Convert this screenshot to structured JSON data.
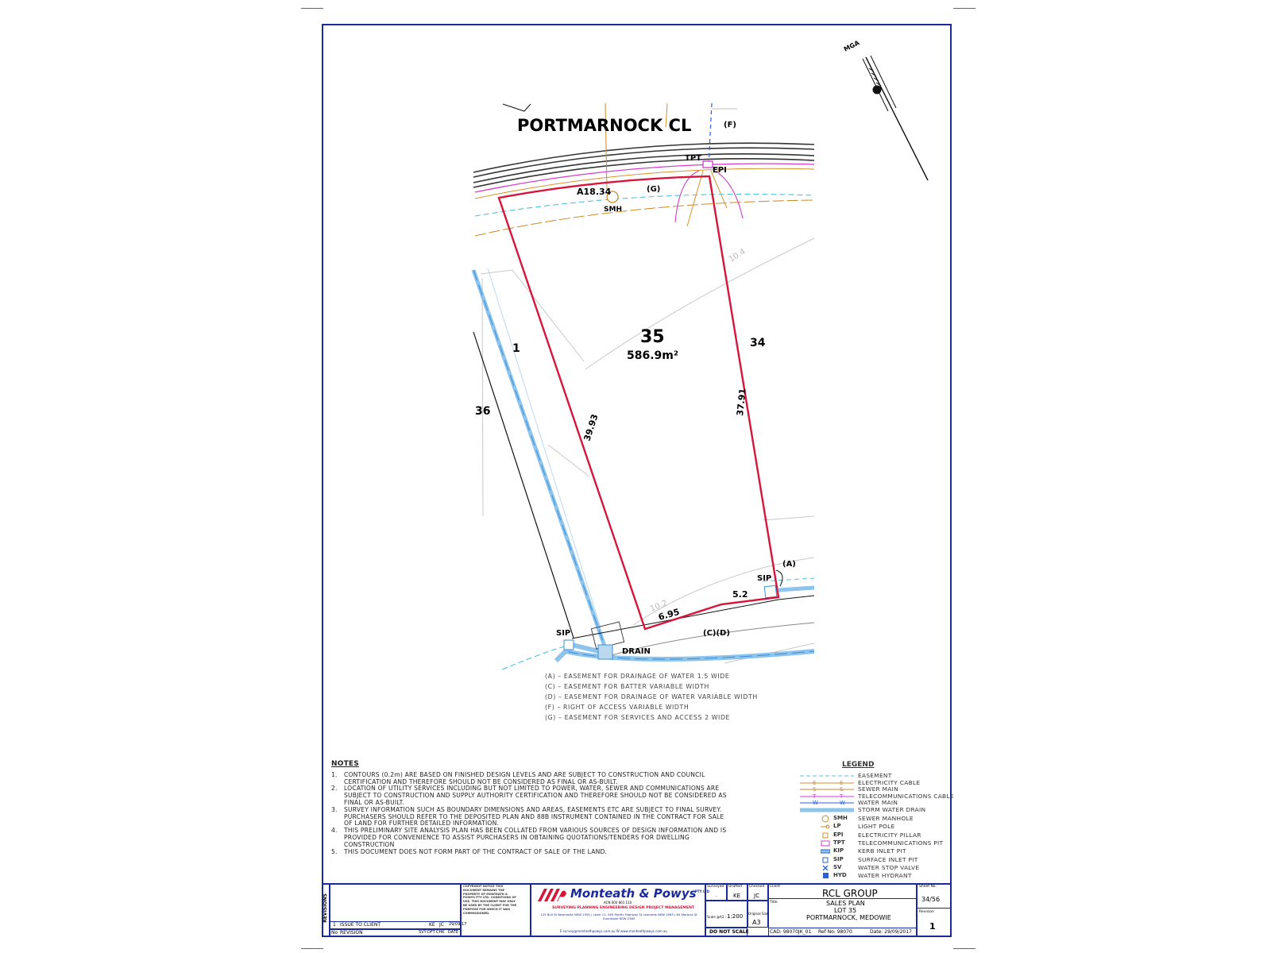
{
  "plan": {
    "street": "PORTMARNOCK CL",
    "north": "MGA",
    "lot_number": "35",
    "lot_area": "586.9m²",
    "neighbours": {
      "left_near": "1",
      "left_far": "36",
      "right": "34"
    },
    "dimensions": {
      "arc": "A18.34",
      "left": "39.93",
      "right": "37.91",
      "rear_a": "6.95",
      "rear_b": "5.2"
    },
    "contours": {
      "upper": "10.4",
      "lower": "10.2"
    },
    "tags": {
      "f": "(F)",
      "g": "(G)",
      "a": "(A)",
      "cd": "(C)(D)",
      "tpt": "TPT",
      "epi": "EPI",
      "smh": "SMH",
      "sip_right": "SIP",
      "sip_left": "SIP",
      "drain": "DRAIN"
    }
  },
  "easements": [
    "(A)  –  EASEMENT FOR DRAINAGE OF WATER 1.5 WIDE",
    "(C)  –  EASEMENT FOR BATTER VARIABLE WIDTH",
    "(D)  –  EASEMENT FOR DRAINAGE OF WATER VARIABLE WIDTH",
    "(F)  –  RIGHT OF ACCESS VARIABLE WIDTH",
    "(G)  –  EASEMENT FOR SERVICES AND ACCESS 2 WIDE"
  ],
  "notes": {
    "heading": "NOTES",
    "items": [
      {
        "n": "1.",
        "text": "CONTOURS (0.2m) ARE BASED ON FINISHED DESIGN LEVELS AND ARE SUBJECT TO CONSTRUCTION AND COUNCIL CERTIFICATION AND THEREFORE SHOULD NOT BE CONSIDERED AS FINAL OR AS-BUILT."
      },
      {
        "n": "2.",
        "text": "LOCATION OF UTILITY SERVICES INCLUDING BUT NOT LIMITED TO POWER, WATER, SEWER AND COMMUNICATIONS ARE SUBJECT TO CONSTRUCTION AND SUPPLY AUTHORITY CERTIFICATION AND THEREFORE SHOULD NOT BE CONSIDERED AS FINAL OR AS-BUILT."
      },
      {
        "n": "3.",
        "text": "SURVEY INFORMATION SUCH AS BOUNDARY DIMENSIONS AND AREAS, EASEMENTS ETC ARE SUBJECT TO FINAL SURVEY. PURCHASERS SHOULD REFER TO THE DEPOSITED PLAN AND 88B INSTRUMENT CONTAINED IN THE CONTRACT FOR SALE OF LAND FOR FURTHER DETAILED INFORMATION."
      },
      {
        "n": "4.",
        "text": "THIS PRELIMINARY SITE ANALYSIS PLAN HAS BEEN COLLATED FROM VARIOUS SOURCES OF DESIGN INFORMATION AND IS PROVIDED FOR CONVENIENCE TO ASSIST PURCHASERS IN OBTAINING QUOTATIONS/TENDERS FOR DWELLING CONSTRUCTION"
      },
      {
        "n": "5.",
        "text": "THIS DOCUMENT DOES NOT FORM PART OF THE CONTRACT OF SALE OF THE LAND."
      }
    ]
  },
  "legend": {
    "heading": "LEGEND",
    "lines": [
      {
        "label": "EASEMENT",
        "color": "#4fc3d9",
        "mark": ""
      },
      {
        "label": "ELECTRICITY CABLE",
        "color": "#d9922a",
        "mark": "E"
      },
      {
        "label": "SEWER MAIN",
        "color": "#c98a2a",
        "mark": "S"
      },
      {
        "label": "TELECOMMUNICATIONS CABLE",
        "color": "#d23dc8",
        "mark": "T"
      },
      {
        "label": "WATER MAIN",
        "color": "#2b5fd6",
        "mark": "W"
      },
      {
        "label": "STORM WATER DRAIN",
        "color": "#8cc4ee",
        "mark": ""
      }
    ],
    "symbols": [
      {
        "code": "SMH",
        "label": "SEWER MANHOLE",
        "icon": "circle-icon",
        "color": "#c98a2a"
      },
      {
        "code": "LP",
        "label": "LIGHT POLE",
        "icon": "light-pole-icon",
        "color": "#c98a2a"
      },
      {
        "code": "EPI",
        "label": "ELECTRICITY PILLAR",
        "icon": "square-icon",
        "color": "#d9922a"
      },
      {
        "code": "TPT",
        "label": "TELECOMMUNICATIONS PIT",
        "icon": "rect-icon",
        "color": "#d23dc8"
      },
      {
        "code": "KIP",
        "label": "KERB INLET PIT",
        "icon": "kerb-pit-icon",
        "color": "#2b5fd6"
      },
      {
        "code": "SIP",
        "label": "SURFACE INLET PIT",
        "icon": "square-icon",
        "color": "#2b5fd6"
      },
      {
        "code": "SV",
        "label": "WATER STOP VALVE",
        "icon": "cross-icon",
        "color": "#2b5fd6"
      },
      {
        "code": "HYD",
        "label": "WATER HYDRANT",
        "icon": "hydrant-icon",
        "color": "#2b5fd6"
      }
    ]
  },
  "title_block": {
    "revisions_label": "REVISIONS",
    "rev_row": {
      "no": "1",
      "desc": "ISSUE TO CLIENT",
      "svy": "KE",
      "dft": "JC",
      "date": "29/09/17"
    },
    "rev_header": {
      "no": "No",
      "desc": "REVISION",
      "svy": "SVY",
      "dft": "DFT",
      "chk": "CHK",
      "date": "DATE"
    },
    "copyright": "COPYRIGHT NOTICE THIS DOCUMENT REMAINS THE PROPERTY OF MONTEATH & POWYS PTY LTD. CONDITIONS OF USE. THIS DOCUMENT MAY ONLY BE USED BY THE CLIENT FOR THE PURPOSE FOR WHICH IT WAS COMMISSIONED.",
    "company": "Monteath & Powys",
    "company_sub": "PTY LTD",
    "abn": "ACN 000 861 110",
    "services": "SURVEYING   PLANNING   ENGINEERING DESIGN   PROJECT MANAGEMENT",
    "offices": "125 Bull St Newcastle NSW 2300  |  Level 11, 265 Pacific Highway St Leonards NSW 2065  |  84 Marquis St Gunnedah NSW 2380",
    "web": "E survey@monteathpowys.com.au   W www.monteathpowys.com.au",
    "surveyed_label": "Surveyed",
    "surveyed": ".",
    "drafted_label": "Drafted",
    "drafted": "KE",
    "checked_label": "Checked",
    "checked": "JC",
    "scale_label": "Scale @A3 :",
    "scale": "1:200",
    "orig_size_label": "Original Size",
    "orig_size": "A3",
    "do_not_scale": "DO NOT SCALE",
    "client_label": "Client",
    "client": "RCL GROUP",
    "title_label": "Title",
    "title1": "SALES PLAN",
    "title2": "LOT 35",
    "title3": "PORTMARNOCK, MEDOWIE",
    "cad": "CAD: 98070JK_01",
    "ref": "Ref No: 98070",
    "date": "Date: 29/09/2017",
    "sheet_label": "Sheet No.",
    "sheet": "34/56",
    "revision_label": "Revision",
    "revision": "1"
  }
}
